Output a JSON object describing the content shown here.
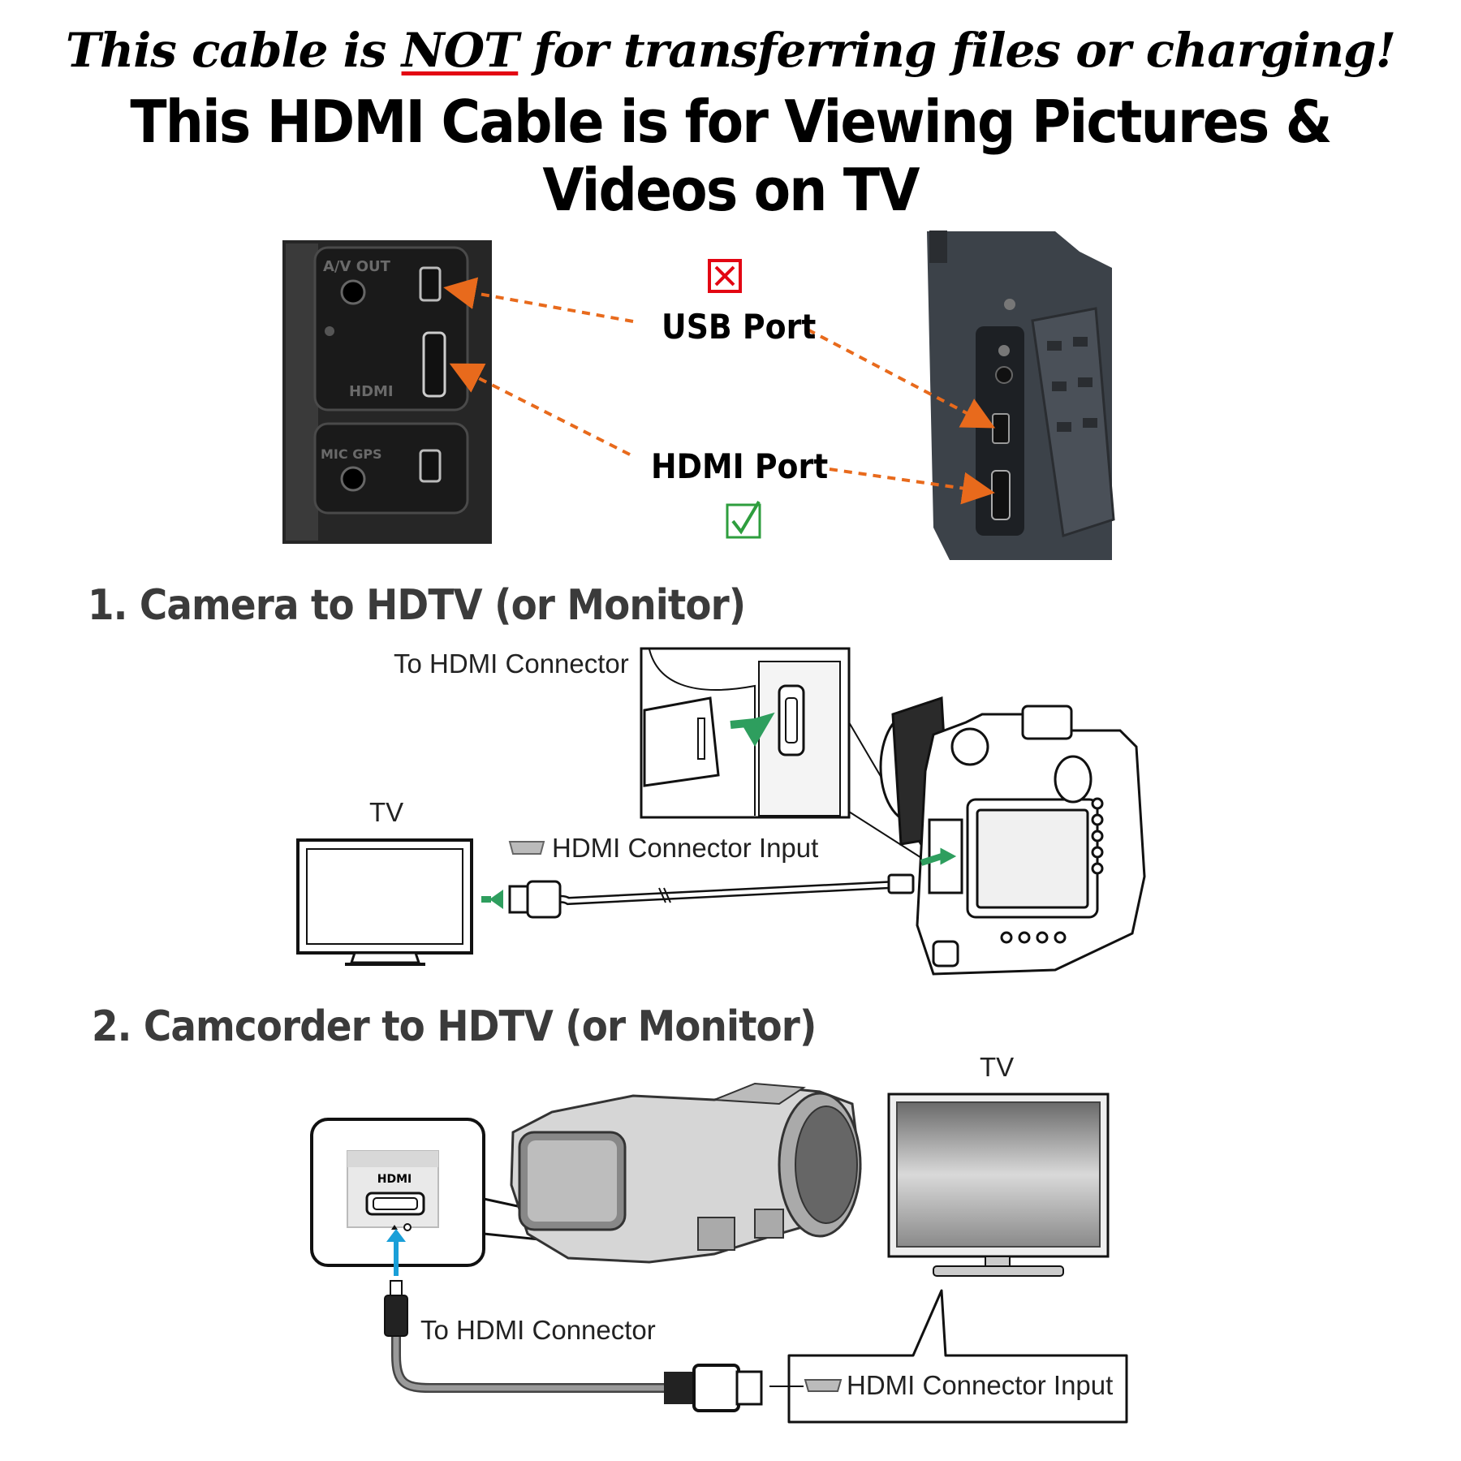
{
  "header": {
    "script_line_pre": "This cable is ",
    "script_line_not": "NOT",
    "script_line_post": " for transferring files or charging!",
    "main_title": "This HDMI Cable is for Viewing Pictures & Videos on TV"
  },
  "ports": {
    "usb_label": "USB Port",
    "hdmi_label": "HDMI Port",
    "usb_status_icon": "red-x-box-icon",
    "hdmi_status_icon": "green-check-box-icon",
    "usb_color": "#e30613",
    "hdmi_color": "#2e9e3e",
    "arrow_color": "#e86a1c"
  },
  "section1": {
    "heading": "1. Camera to HDTV (or Monitor)",
    "to_connector": "To HDMI Connector",
    "tv_label": "TV",
    "input_label": "HDMI Connector Input"
  },
  "section2": {
    "heading": "2. Camcorder to HDTV (or Monitor)",
    "tv_label": "TV",
    "to_connector": "To HDMI Connector",
    "input_label": "HDMI Connector Input",
    "inset_port_text": "HDMI"
  }
}
